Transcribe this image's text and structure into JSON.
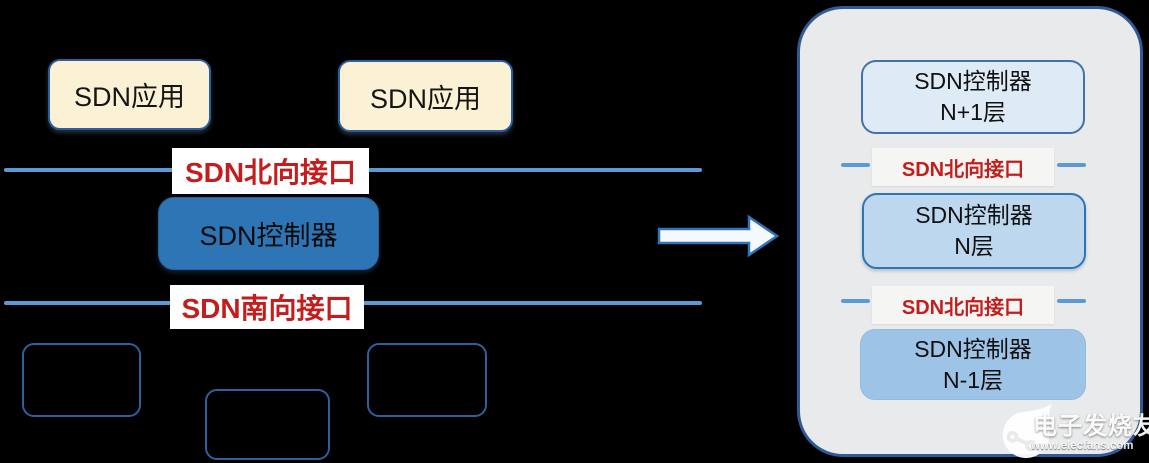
{
  "diagram": {
    "left": {
      "app_boxes": [
        "SDN应用",
        "SDN应用"
      ],
      "north_interface_label": "SDN北向接口",
      "controller_label": "SDN控制器",
      "south_interface_label": "SDN南向接口"
    },
    "right_panel": {
      "layers": [
        {
          "line1": "SDN控制器",
          "line2": "N+1层"
        },
        {
          "line1": "SDN控制器",
          "line2": "N层"
        },
        {
          "line1": "SDN控制器",
          "line2": "N-1层"
        }
      ],
      "separators": [
        "SDN北向接口",
        "SDN北向接口"
      ]
    },
    "watermark": {
      "brand": "电子发烧友",
      "url": "www.elecfans.com"
    },
    "colors": {
      "background": "#000000",
      "line_blue": "#5b9bd5",
      "controller_blue": "#2e75b6",
      "app_box_cream": "#fbf2d5",
      "interface_label_red": "#c31d1d",
      "panel_background": "#e9eaeb",
      "panel_border_blue": "#2f5a96",
      "layer_n_plus_1_fill": "#deebf7",
      "layer_n_fill": "#bdd7ee",
      "layer_n_minus_1_fill": "#9dc3e6"
    }
  }
}
